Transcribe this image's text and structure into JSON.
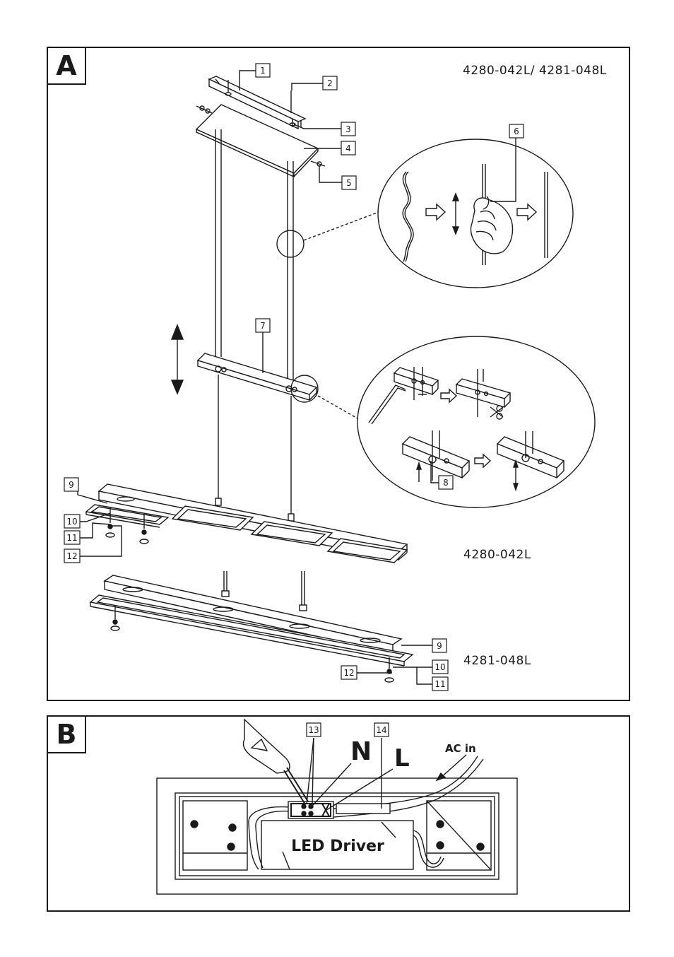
{
  "panels": {
    "a": {
      "letter": "A"
    },
    "b": {
      "letter": "B"
    }
  },
  "models": {
    "header": "4280-042L/ 4281-048L",
    "small": "4280-042L",
    "large": "4281-048L"
  },
  "callouts": {
    "c1": "1",
    "c2": "2",
    "c3": "3",
    "c4": "4",
    "c5": "5",
    "c6": "6",
    "c7": "7",
    "c8": "8",
    "c9": "9",
    "c9b": "9",
    "c10": "10",
    "c10b": "10",
    "c11": "11",
    "c11b": "11",
    "c12": "12",
    "c12b": "12",
    "c13": "13",
    "c14": "14"
  },
  "wiring": {
    "neutral": "N",
    "live": "L",
    "ac_in": "AC in",
    "driver": "LED Driver"
  }
}
